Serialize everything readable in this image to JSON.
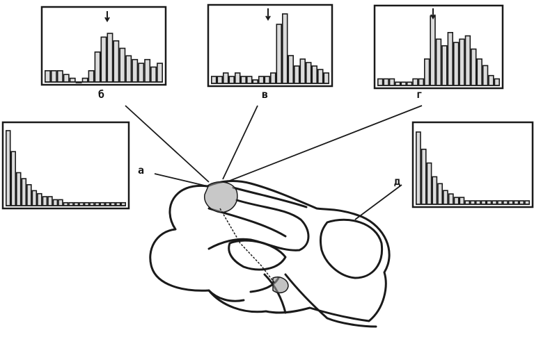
{
  "labels": {
    "a": "а",
    "b": "б",
    "v": "в",
    "g": "г",
    "d": "д"
  },
  "colors": {
    "ink": "#1a1a1a",
    "shade": "#9a9a9a",
    "paper": "#ffffff"
  },
  "chart_data": [
    {
      "type": "bar",
      "panel": "б",
      "stimulus_marker": "arrow",
      "values": [
        3,
        3,
        3,
        2,
        1,
        0,
        1,
        3,
        8,
        12,
        13,
        11,
        9,
        7,
        6,
        5,
        6,
        4,
        5
      ]
    },
    {
      "type": "bar",
      "panel": "в",
      "stimulus_marker": "arrow",
      "values": [
        2,
        2,
        3,
        2,
        3,
        2,
        2,
        1,
        2,
        2,
        3,
        17,
        20,
        8,
        5,
        7,
        6,
        5,
        4,
        3
      ]
    },
    {
      "type": "bar",
      "panel": "г",
      "stimulus_marker": "arrow",
      "values": [
        2,
        2,
        2,
        1,
        1,
        1,
        2,
        2,
        8,
        21,
        14,
        12,
        16,
        13,
        14,
        15,
        11,
        8,
        6,
        3,
        2
      ]
    },
    {
      "type": "bar",
      "panel": "а",
      "values": [
        25,
        18,
        11,
        9,
        7,
        5,
        4,
        3,
        3,
        2,
        2,
        1,
        1,
        1,
        1,
        1,
        1,
        1,
        1,
        1,
        1,
        1,
        1
      ]
    },
    {
      "type": "bar",
      "panel": "д",
      "values": [
        21,
        16,
        12,
        8,
        6,
        4,
        3,
        2,
        2,
        1,
        1,
        1,
        1,
        1,
        1,
        1,
        1,
        1,
        1,
        1,
        1
      ]
    }
  ]
}
